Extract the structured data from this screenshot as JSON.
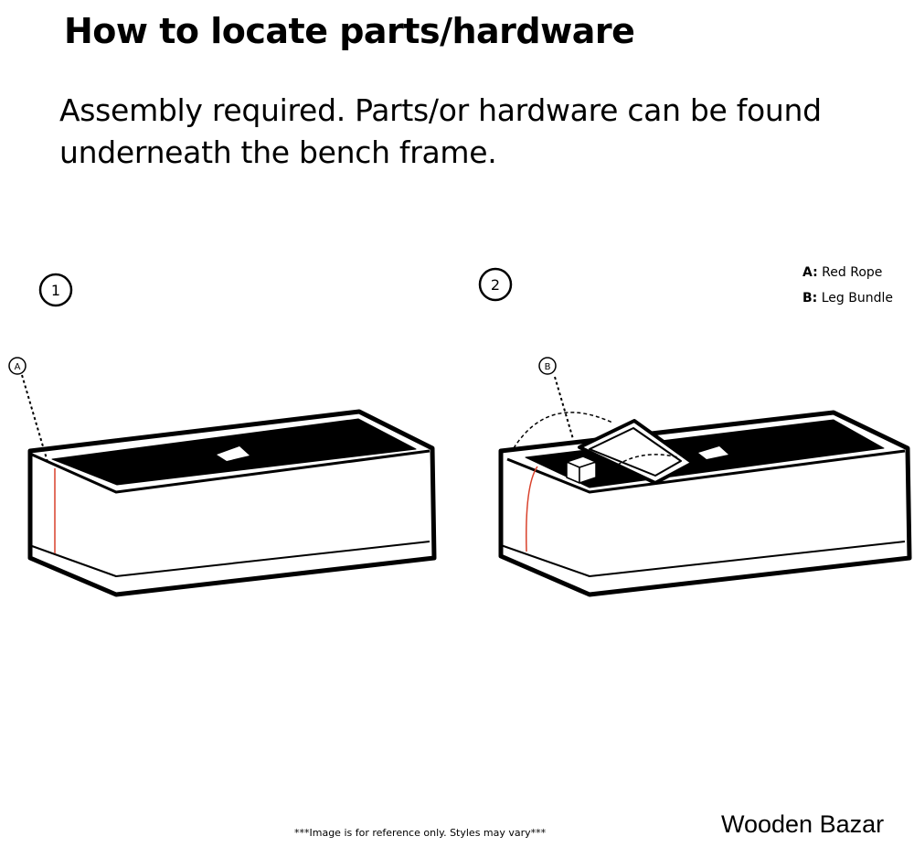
{
  "title": "How to locate parts/hardware",
  "description_lines": [
    "Assembly required. Parts/or hardware can be found",
    "underneath the bench frame."
  ],
  "steps": [
    {
      "number": "1"
    },
    {
      "number": "2"
    }
  ],
  "callouts": {
    "a": "A",
    "b": "B"
  },
  "legend": [
    {
      "key": "A",
      "sep": ":",
      "label": " Red Rope"
    },
    {
      "key": "B",
      "sep": ":",
      "label": " Leg Bundle"
    }
  ],
  "footnote": "***Image is for reference only. Styles may vary***",
  "brand": "Wooden Bazar",
  "colors": {
    "rope": "#d9412b",
    "ink": "#000000"
  }
}
